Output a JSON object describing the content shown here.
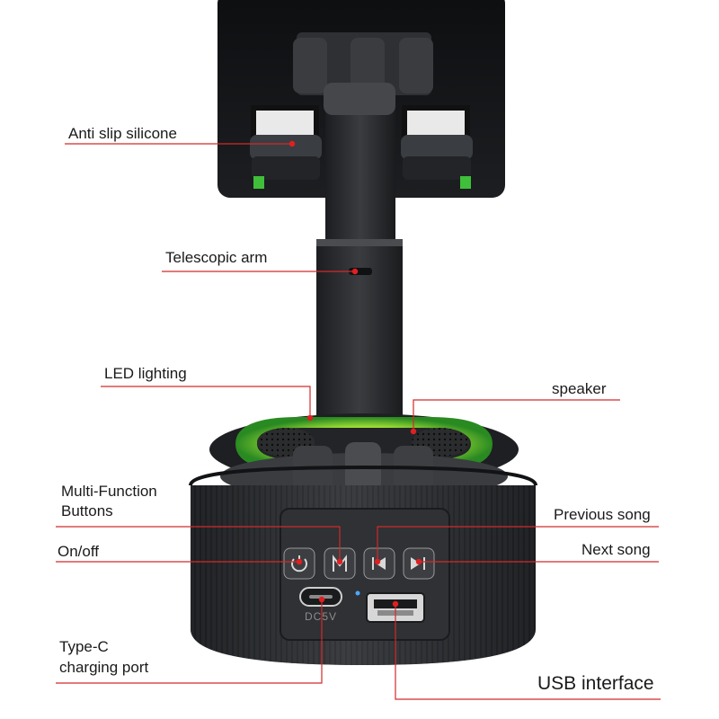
{
  "callouts": {
    "anti_slip": "Anti slip silicone",
    "telescopic": "Telescopic arm",
    "led": "LED lighting",
    "speaker": "speaker",
    "multi_function_1": "Multi-Function",
    "multi_function_2": "Buttons",
    "previous_song": "Previous song",
    "on_off": "On/off",
    "next_song": "Next song",
    "type_c_1": "Type-C",
    "type_c_2": "charging port",
    "usb": "USB interface"
  },
  "device": {
    "port_label": "DC5V"
  },
  "colors": {
    "callout_line": "#d22a2a",
    "callout_dot": "#e02020",
    "led_glow": "#b8f03a",
    "body": "#2a2c2f"
  },
  "icons": [
    "power-icon",
    "m-icon",
    "previous-icon",
    "next-icon"
  ]
}
